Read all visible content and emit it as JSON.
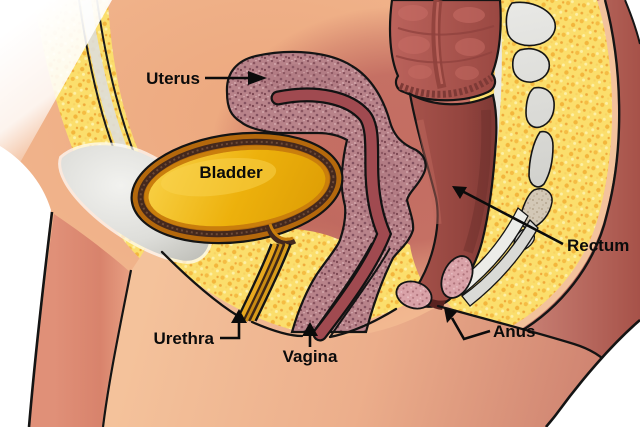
{
  "labels": {
    "uterus": "Uterus",
    "bladder": "Bladder",
    "urethra": "Urethra",
    "vagina": "Vagina",
    "anus": "Anus",
    "rectum": "Rectum"
  },
  "palette": {
    "skin": "#F2BC95",
    "pelvic_fat": "#FBDE6C",
    "bladder_fill": "#EDAE06",
    "bladder_rim": "#B4680C",
    "uterus_tissue": "#B8838A",
    "canal": "#A04A50",
    "rectum": "#8E4440",
    "sigmoid": "#B05A55",
    "bone": "#D8D8D3",
    "back_muscle": "#BE6B62",
    "label_text": "#0B0B0B"
  }
}
